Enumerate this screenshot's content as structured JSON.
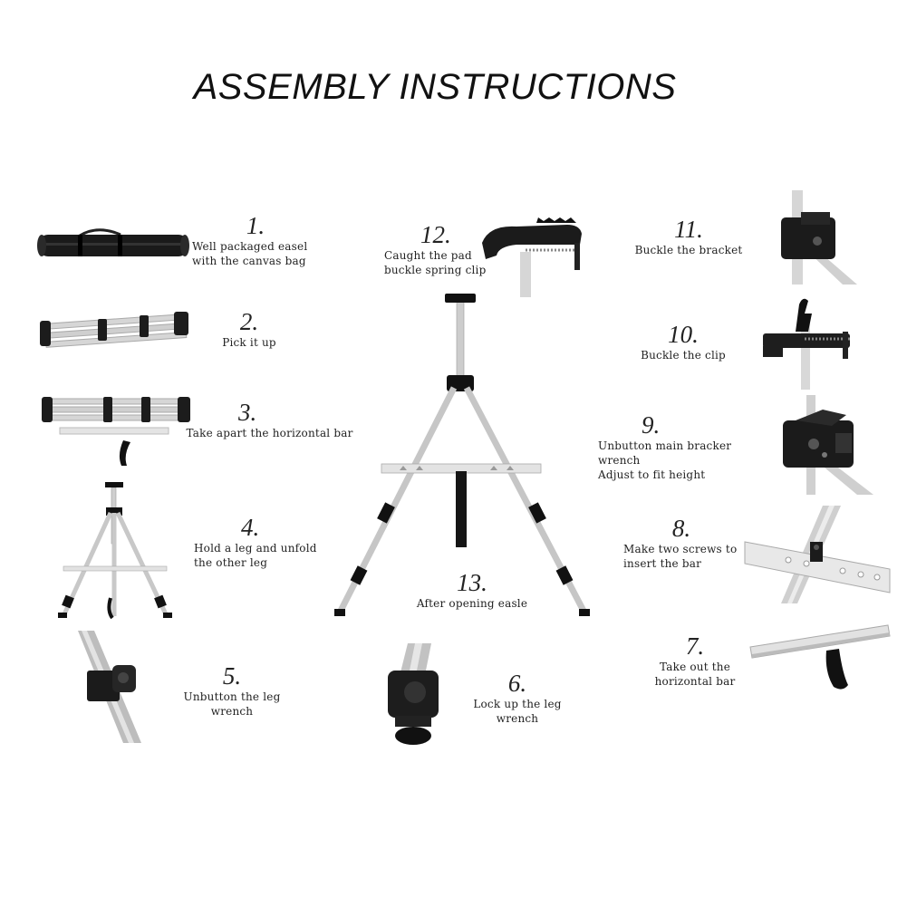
{
  "title": "ASSEMBLY INSTRUCTIONS",
  "steps": [
    {
      "num": "1.",
      "text": "Well packaged easel\nwith the canvas bag"
    },
    {
      "num": "2.",
      "text": "Pick it up"
    },
    {
      "num": "3.",
      "text": "Take apart the horizontal bar"
    },
    {
      "num": "4.",
      "text": "Hold a leg and unfold\nthe other leg"
    },
    {
      "num": "5.",
      "text": "Unbutton the leg wrench"
    },
    {
      "num": "6.",
      "text": "Lock up the leg wrench"
    },
    {
      "num": "7.",
      "text": "Take out the\nhorizontal bar"
    },
    {
      "num": "8.",
      "text": "Make two screws to\ninsert the bar"
    },
    {
      "num": "9.",
      "text": "Unbutton main bracker wrench\nAdjust to fit height"
    },
    {
      "num": "10.",
      "text": "Buckle the clip"
    },
    {
      "num": "11.",
      "text": "Buckle the bracket"
    },
    {
      "num": "12.",
      "text": "Caught the pad\nbuckle spring clip"
    },
    {
      "num": "13.",
      "text": "After opening easle"
    }
  ],
  "colors": {
    "aluminum": "#c9c9c9",
    "plastic": "#1c1c1c",
    "text": "#222222"
  }
}
